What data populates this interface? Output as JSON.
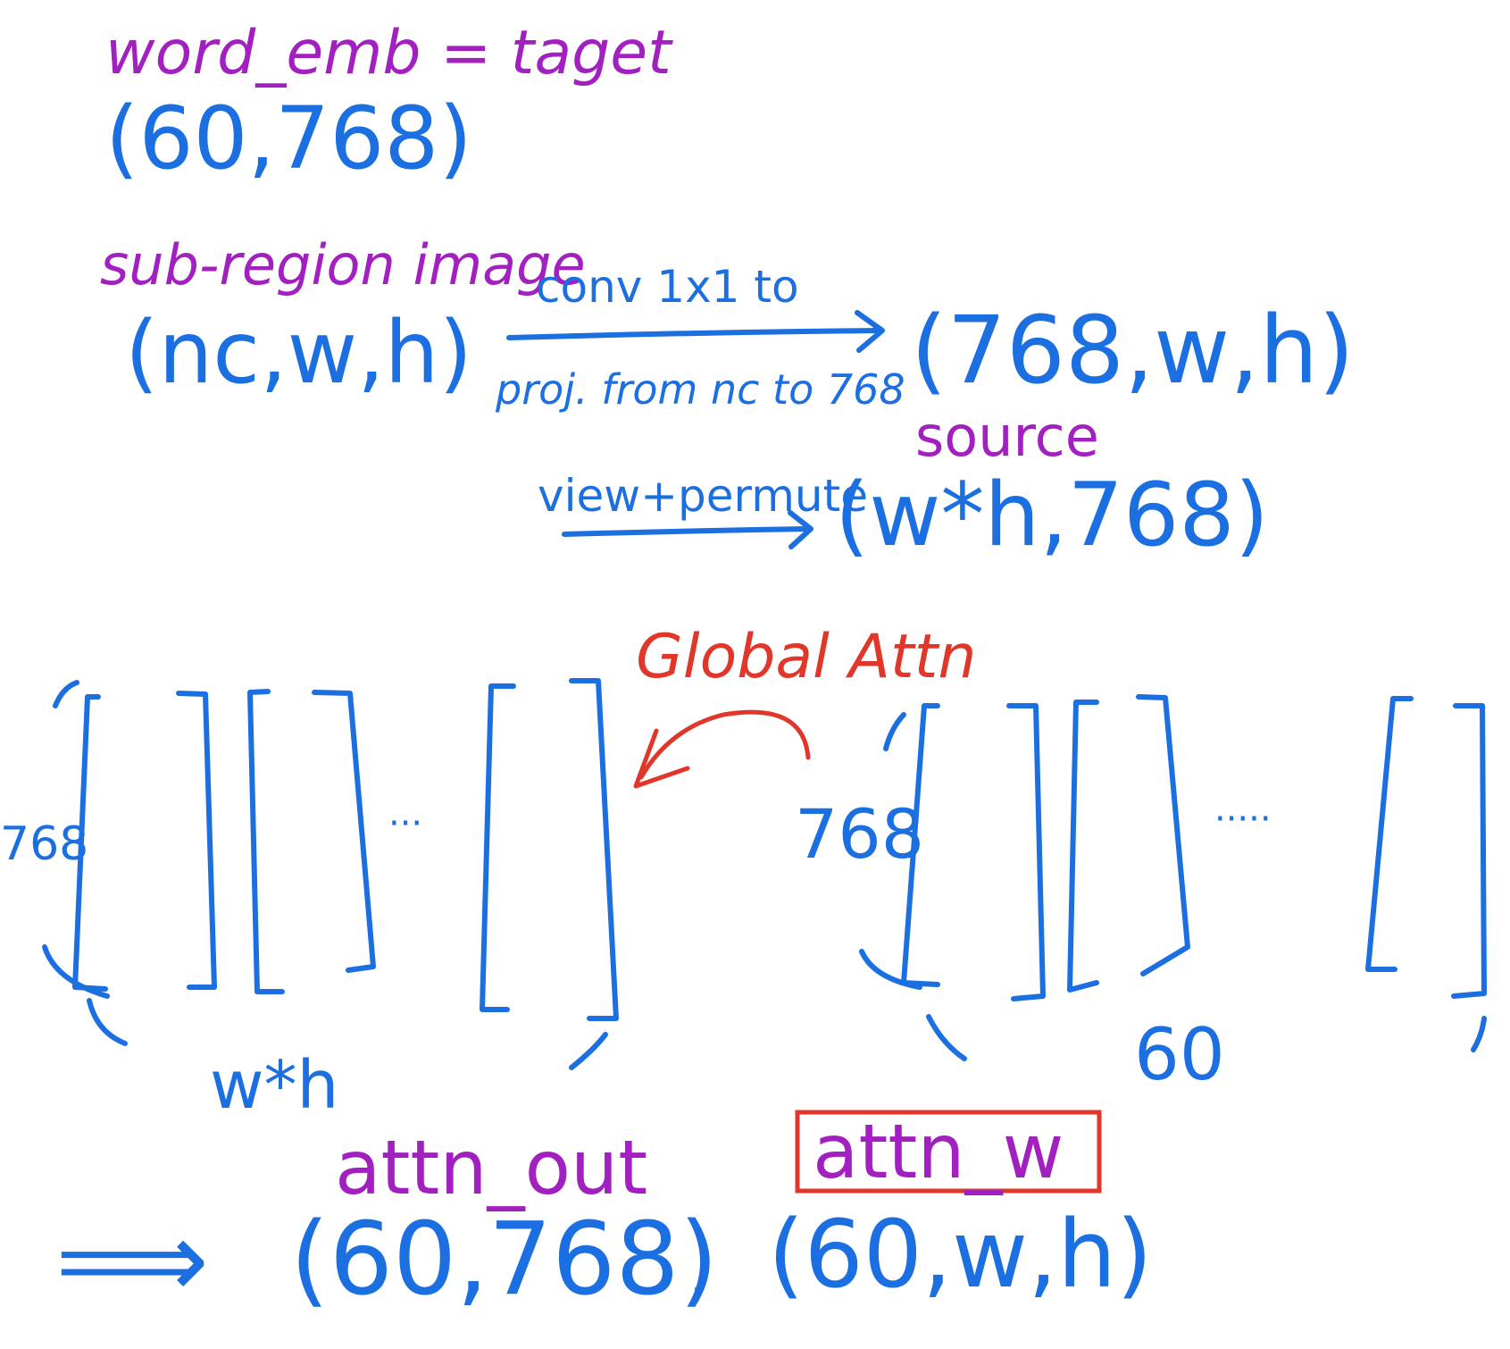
{
  "colors": {
    "blue": "#1b6fe0",
    "purple": "#a21fc0",
    "red": "#e0372a"
  },
  "target": {
    "label": "word_emb = taget",
    "shape": "(60,768)"
  },
  "sub_region": {
    "label": "sub-region image",
    "shape": "(nc,w,h)"
  },
  "projection": {
    "arrow_top_label": "conv 1x1 to",
    "arrow_bottom_label": "proj. from nc to 768",
    "result_shape": "(768,w,h)"
  },
  "source": {
    "label": "source",
    "arrow_label": "view+permute",
    "shape": "(w*h,768)"
  },
  "global_attn": {
    "label": "Global Attn"
  },
  "left_matrix": {
    "dim_label": "768",
    "count_label": "w*h",
    "ellipsis": "···"
  },
  "right_matrix": {
    "dim_label": "768",
    "count_label": "60",
    "ellipsis": "·····"
  },
  "result": {
    "implies": "⟹",
    "attn_out_label": "attn_out",
    "attn_out_shape": "(60,768)",
    "separator": ",",
    "attn_w_label": "attn_w",
    "attn_w_shape": "(60,w,h)"
  }
}
